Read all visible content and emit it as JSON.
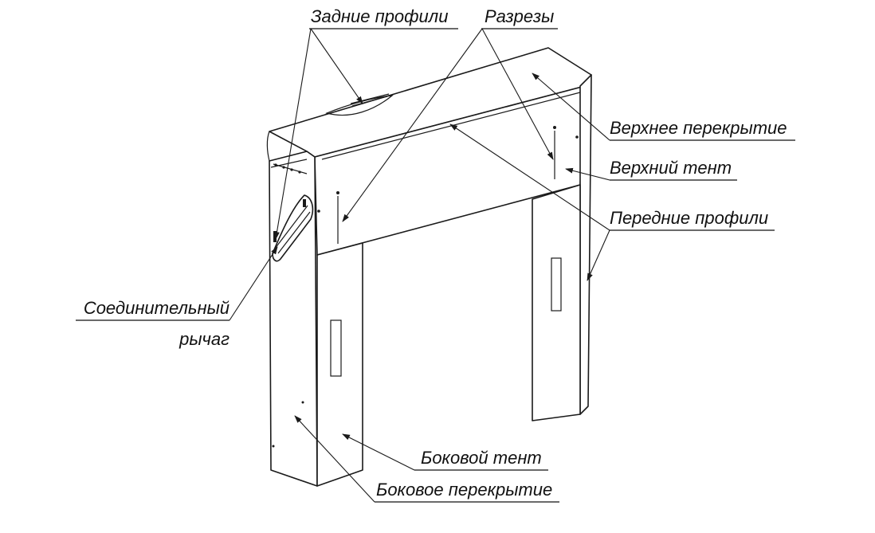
{
  "labels": {
    "rear_profiles": "Задние профили",
    "cuts": "Разрезы",
    "top_cover": "Верхнее перекрытие",
    "top_tent": "Верхний тент",
    "front_profiles": "Передние профили",
    "connecting_lever_line1": "Соединительный",
    "connecting_lever_line2": "рычаг",
    "side_tent": "Боковой тент",
    "side_cover": "Боковое перекрытие"
  },
  "colors": {
    "line": "#1a1a1a",
    "fill": "#ffffff"
  }
}
